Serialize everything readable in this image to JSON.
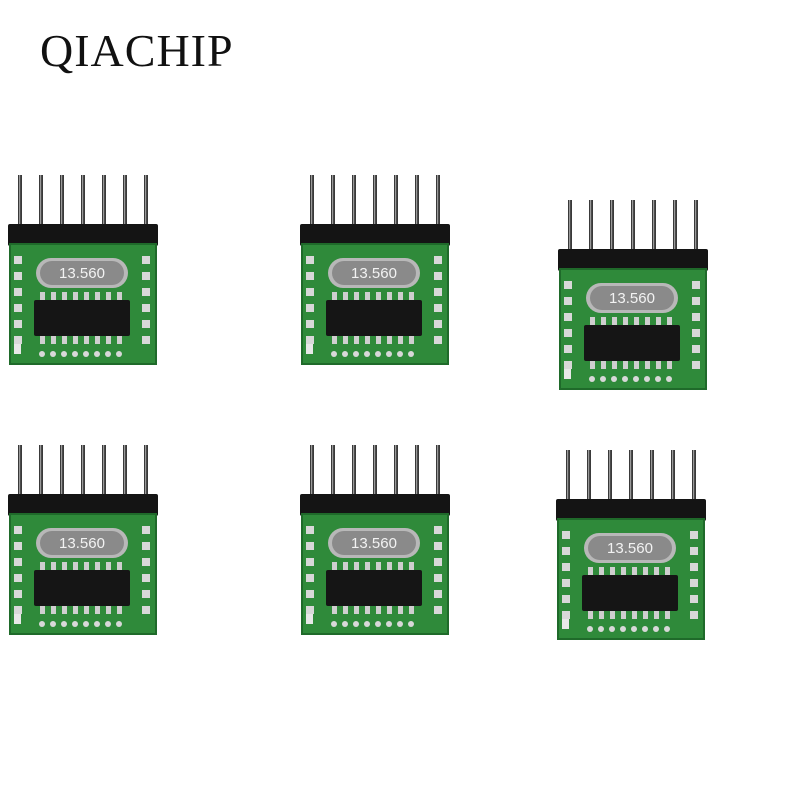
{
  "brand": {
    "name": "QIACHIP"
  },
  "modules": [
    {
      "id": "module-1",
      "crystal_label": "13.560"
    },
    {
      "id": "module-2",
      "crystal_label": "13.560"
    },
    {
      "id": "module-3",
      "crystal_label": "13.560"
    },
    {
      "id": "module-4",
      "crystal_label": "13.560"
    },
    {
      "id": "module-5",
      "crystal_label": "13.560"
    },
    {
      "id": "module-6",
      "crystal_label": "13.560"
    }
  ],
  "colors": {
    "pcb_green": "#2f8a3a",
    "pcb_green_dark": "#1f6a2a",
    "pins": "#3a3a3a",
    "pin_header": "#141414",
    "chip": "#151515",
    "crystal": "#8a8a8a",
    "pads": "#d8d8d8",
    "background": "#ffffff"
  }
}
